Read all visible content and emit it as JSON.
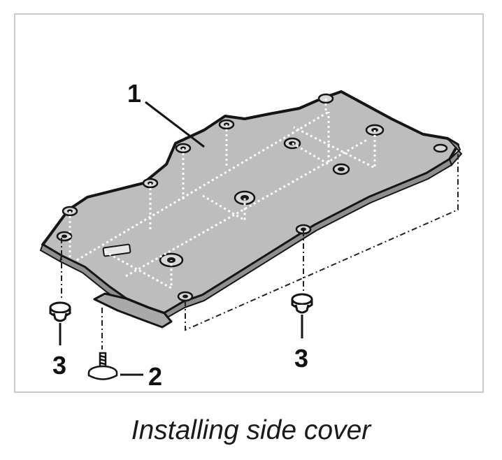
{
  "figure": {
    "callouts": {
      "cover": "1",
      "screw": "2",
      "clip_left": "3",
      "clip_right": "3"
    },
    "caption": "Installing side cover",
    "colors": {
      "plate_fill": "#bdbdbd",
      "outline": "#151515",
      "leader_dots": "#ffffff",
      "frame_border": "#c9c9c9"
    }
  }
}
